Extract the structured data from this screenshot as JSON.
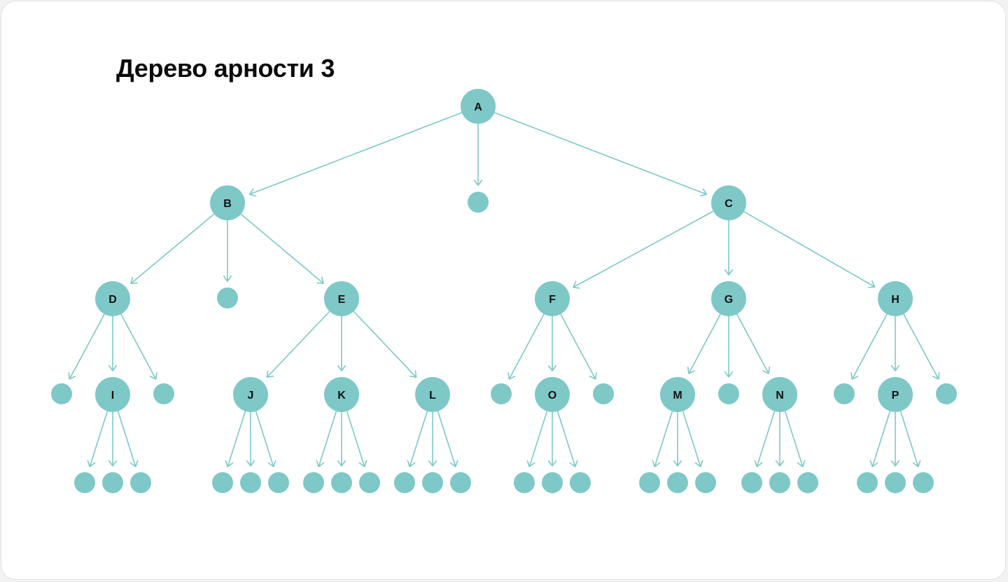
{
  "title": "Дерево арности 3",
  "colors": {
    "node": "#7ec8c7",
    "edge": "#7ec8c7",
    "label": "#111111",
    "background": "#ffffff"
  },
  "nodes": [
    {
      "id": "A",
      "label": "A"
    },
    {
      "id": "B",
      "label": "B"
    },
    {
      "id": "A_mid",
      "label": ""
    },
    {
      "id": "C",
      "label": "C"
    },
    {
      "id": "D",
      "label": "D"
    },
    {
      "id": "B_mid",
      "label": ""
    },
    {
      "id": "E",
      "label": "E"
    },
    {
      "id": "F",
      "label": "F"
    },
    {
      "id": "G",
      "label": "G"
    },
    {
      "id": "H",
      "label": "H"
    },
    {
      "id": "D_l",
      "label": ""
    },
    {
      "id": "I",
      "label": "I"
    },
    {
      "id": "D_r",
      "label": ""
    },
    {
      "id": "J",
      "label": "J"
    },
    {
      "id": "K",
      "label": "K"
    },
    {
      "id": "L",
      "label": "L"
    },
    {
      "id": "F_l",
      "label": ""
    },
    {
      "id": "O",
      "label": "O"
    },
    {
      "id": "F_r",
      "label": ""
    },
    {
      "id": "M",
      "label": "M"
    },
    {
      "id": "G_mid",
      "label": ""
    },
    {
      "id": "N",
      "label": "N"
    },
    {
      "id": "H_l",
      "label": ""
    },
    {
      "id": "P",
      "label": "P"
    },
    {
      "id": "H_r",
      "label": ""
    },
    {
      "id": "I_1",
      "label": ""
    },
    {
      "id": "I_2",
      "label": ""
    },
    {
      "id": "I_3",
      "label": ""
    },
    {
      "id": "J_1",
      "label": ""
    },
    {
      "id": "J_2",
      "label": ""
    },
    {
      "id": "J_3",
      "label": ""
    },
    {
      "id": "K_1",
      "label": ""
    },
    {
      "id": "K_2",
      "label": ""
    },
    {
      "id": "K_3",
      "label": ""
    },
    {
      "id": "L_1",
      "label": ""
    },
    {
      "id": "L_2",
      "label": ""
    },
    {
      "id": "L_3",
      "label": ""
    },
    {
      "id": "O_1",
      "label": ""
    },
    {
      "id": "O_2",
      "label": ""
    },
    {
      "id": "O_3",
      "label": ""
    },
    {
      "id": "M_1",
      "label": ""
    },
    {
      "id": "M_2",
      "label": ""
    },
    {
      "id": "M_3",
      "label": ""
    },
    {
      "id": "N_1",
      "label": ""
    },
    {
      "id": "N_2",
      "label": ""
    },
    {
      "id": "N_3",
      "label": ""
    },
    {
      "id": "P_1",
      "label": ""
    },
    {
      "id": "P_2",
      "label": ""
    },
    {
      "id": "P_3",
      "label": ""
    }
  ],
  "edges": [
    [
      "A",
      "B"
    ],
    [
      "A",
      "A_mid"
    ],
    [
      "A",
      "C"
    ],
    [
      "B",
      "D"
    ],
    [
      "B",
      "B_mid"
    ],
    [
      "B",
      "E"
    ],
    [
      "C",
      "F"
    ],
    [
      "C",
      "G"
    ],
    [
      "C",
      "H"
    ],
    [
      "D",
      "D_l"
    ],
    [
      "D",
      "I"
    ],
    [
      "D",
      "D_r"
    ],
    [
      "E",
      "J"
    ],
    [
      "E",
      "K"
    ],
    [
      "E",
      "L"
    ],
    [
      "F",
      "F_l"
    ],
    [
      "F",
      "O"
    ],
    [
      "F",
      "F_r"
    ],
    [
      "G",
      "M"
    ],
    [
      "G",
      "G_mid"
    ],
    [
      "G",
      "N"
    ],
    [
      "H",
      "H_l"
    ],
    [
      "H",
      "P"
    ],
    [
      "H",
      "H_r"
    ],
    [
      "I",
      "I_1"
    ],
    [
      "I",
      "I_2"
    ],
    [
      "I",
      "I_3"
    ],
    [
      "J",
      "J_1"
    ],
    [
      "J",
      "J_2"
    ],
    [
      "J",
      "J_3"
    ],
    [
      "K",
      "K_1"
    ],
    [
      "K",
      "K_2"
    ],
    [
      "K",
      "K_3"
    ],
    [
      "L",
      "L_1"
    ],
    [
      "L",
      "L_2"
    ],
    [
      "L",
      "L_3"
    ],
    [
      "O",
      "O_1"
    ],
    [
      "O",
      "O_2"
    ],
    [
      "O",
      "O_3"
    ],
    [
      "M",
      "M_1"
    ],
    [
      "M",
      "M_2"
    ],
    [
      "M",
      "M_3"
    ],
    [
      "N",
      "N_1"
    ],
    [
      "N",
      "N_2"
    ],
    [
      "N",
      "N_3"
    ],
    [
      "P",
      "P_1"
    ],
    [
      "P",
      "P_2"
    ],
    [
      "P",
      "P_3"
    ]
  ]
}
